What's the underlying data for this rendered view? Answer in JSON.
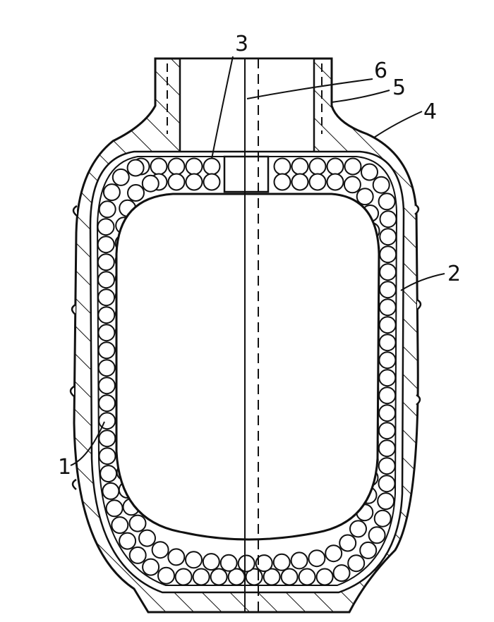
{
  "figure": {
    "type": "patent cross-section drawing",
    "labels": {
      "l1": "1",
      "l2": "2",
      "l3": "3",
      "l4": "4",
      "l5": "5",
      "l6": "6"
    },
    "colors": {
      "ink": "#111111",
      "paper": "#ffffff"
    }
  }
}
